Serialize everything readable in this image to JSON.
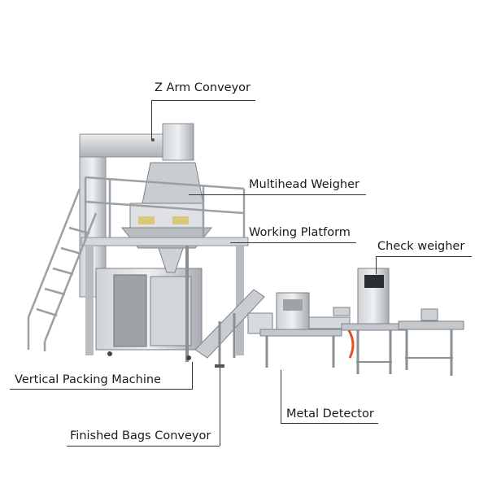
{
  "labels": {
    "z_arm_conveyor": "Z Arm Conveyor",
    "multihead_weigher": "Multihead Weigher",
    "working_platform": "Working Platform",
    "check_weigher": "Check weigher",
    "vertical_packing_machine": "Vertical Packing Machine",
    "metal_detector": "Metal Detector",
    "finished_bags_conveyor": "Finished Bags Conveyor"
  },
  "colors": {
    "steel_light": "#e4e6e8",
    "steel_mid": "#b9bdc1",
    "steel_dark": "#7d8287",
    "leader_line": "#333333",
    "text": "#1a1a1a"
  }
}
